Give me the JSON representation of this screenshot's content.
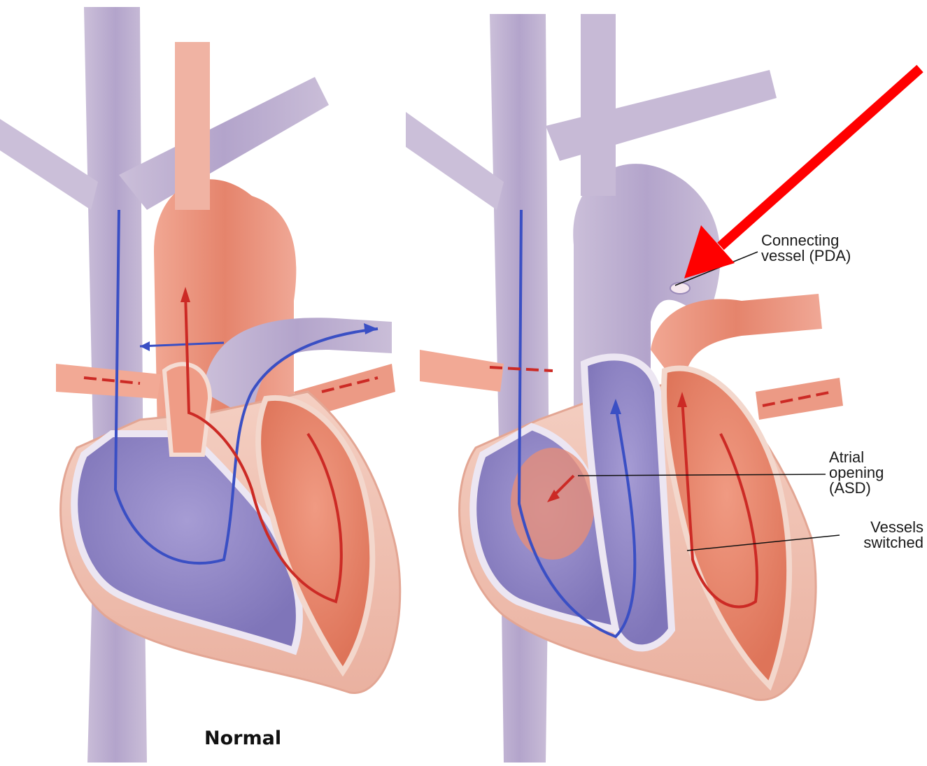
{
  "figure": {
    "panels": [
      {
        "caption": "Normal"
      },
      {
        "caption": ""
      }
    ],
    "labels": {
      "pda": "Connecting\nvessel (PDA)",
      "asd": "Atrial\nopening\n(ASD)",
      "switched": "Vessels\nswitched"
    },
    "colors": {
      "deoxygenated": "#8e86c4",
      "oxygenated": "#e9836c",
      "vessel_purple": "#b7a9cc",
      "muscle": "#f2c0ae",
      "flow_blue": "#3a4fc4",
      "flow_red": "#cc2a25",
      "highlight_arrow": "#ff0000"
    },
    "icons": {
      "highlight": "red-arrow-pointer"
    }
  }
}
